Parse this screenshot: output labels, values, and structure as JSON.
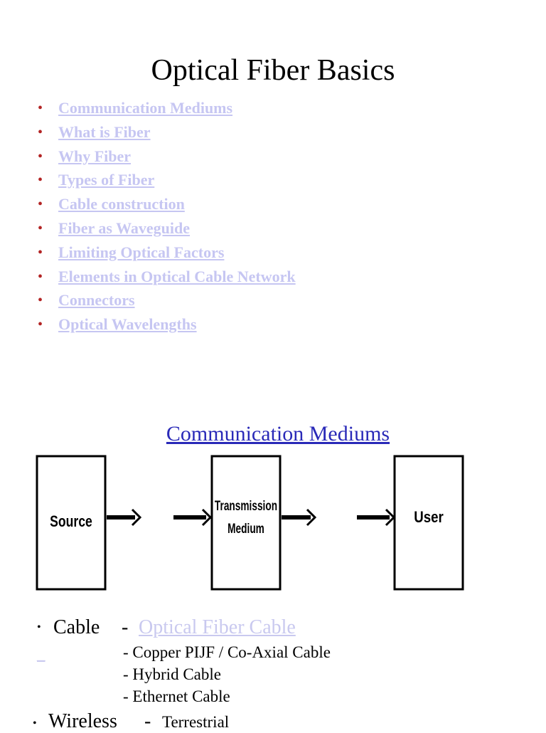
{
  "slide1": {
    "title": "Optical Fiber Basics",
    "toc": [
      "Communication Mediums",
      "What is Fiber",
      "Why Fiber",
      "Types of Fiber",
      "Cable construction",
      "Fiber as Waveguide",
      "Limiting Optical Factors",
      "Elements in Optical Cable Network",
      "Connectors",
      "Optical Wavelengths"
    ],
    "bullet": "•"
  },
  "slide2": {
    "title": "Communication Mediums",
    "diagram": {
      "source": "Source",
      "medium_line1": "Transmission",
      "medium_line2": "Medium",
      "user": "User"
    },
    "cable": {
      "bullet": "•",
      "label": "Cable",
      "dash": "-",
      "first": "Optical Fiber Cable",
      "stray_link": "_",
      "items": [
        "- Copper PIJF /  Co-Axial Cable",
        "- Hybrid Cable",
        "- Ethernet Cable"
      ]
    },
    "wireless": {
      "bullet": "•",
      "label": "Wireless",
      "dash": "-",
      "first": "Terrestrial"
    }
  }
}
